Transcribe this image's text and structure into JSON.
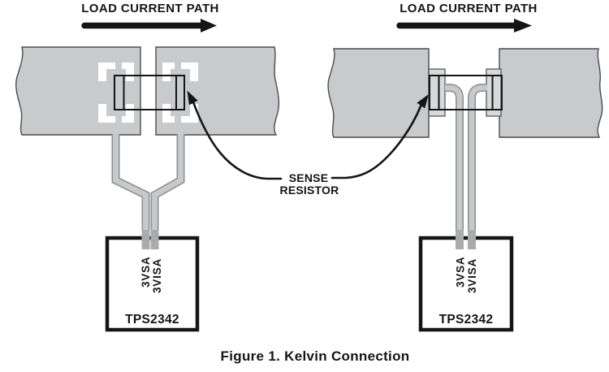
{
  "caption": "Figure 1. Kelvin Connection",
  "panels": {
    "left": {
      "title": "LOAD CURRENT PATH",
      "chip": "TPS2342",
      "pin_a": "3VSA",
      "pin_b": "3VISA"
    },
    "right": {
      "title": "LOAD CURRENT PATH",
      "chip": "TPS2342",
      "pin_a": "3VSA",
      "pin_b": "3VISA"
    }
  },
  "annotation": {
    "line1": "SENSE",
    "line2": "RESISTOR"
  },
  "colors": {
    "copper": "#c8cacc",
    "pad": "#d8d9da",
    "trace": "#c7c9cb",
    "trace_edge": "#8f9193",
    "pin": "#a9abad",
    "ink": "#151515"
  }
}
